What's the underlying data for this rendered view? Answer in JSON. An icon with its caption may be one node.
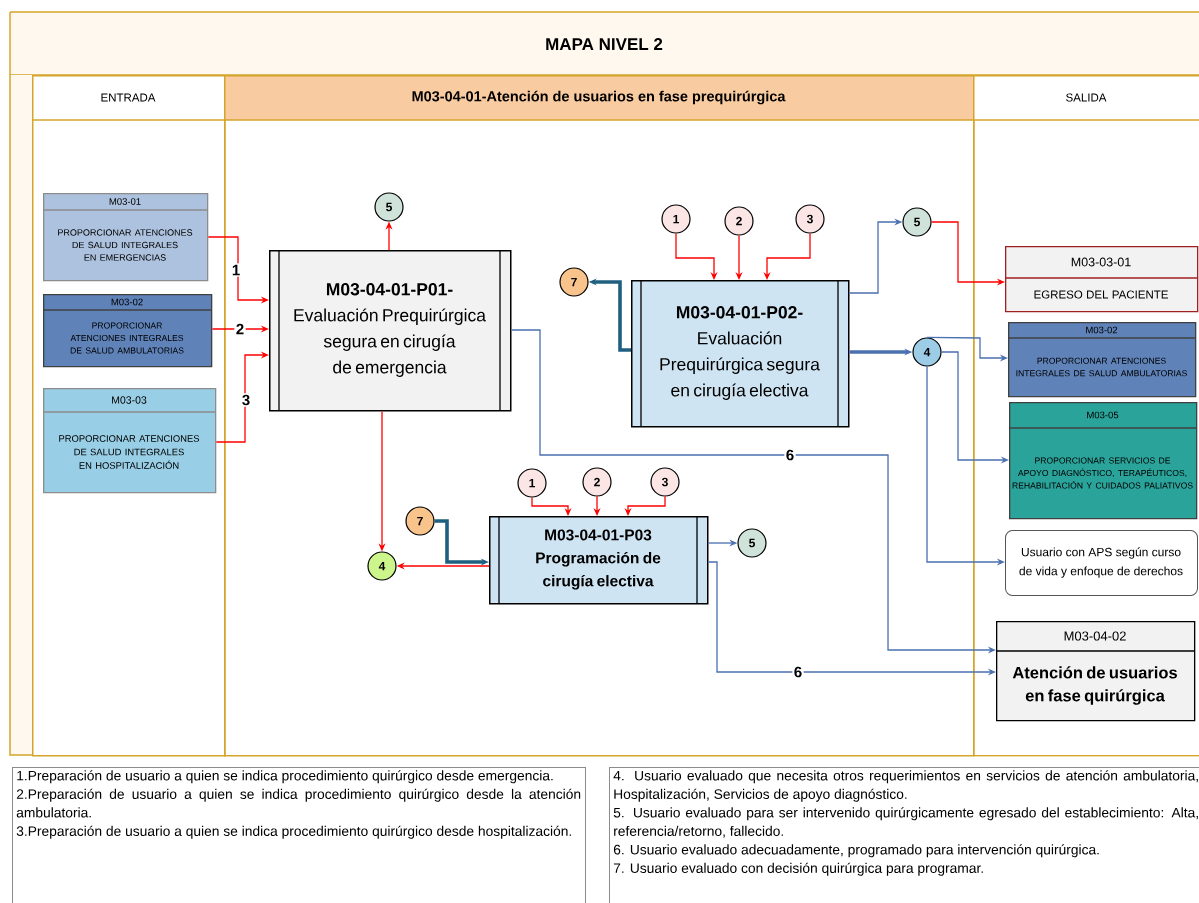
{
  "diagram": {
    "title": "MAPA NIVEL 2",
    "nodes": [
      {
        "text": [
          "ENTRADA"
        ]
      },
      {
        "text": [
          "M03-04-01-Atención de usuarios en fase prequirúrgica"
        ]
      },
      {
        "text": [
          "SALIDA"
        ]
      },
      {
        "text": [
          "M03-01",
          "PROPORCIONAR ATENCIONES DE SALUD INTEGRALES EN EMERGENCIAS"
        ],
        "in": 0
      },
      {
        "text": [
          "M03-02",
          "PROPORCIONAR ATENCIONES INTEGRALES DE SALUD AMBULATORIAS"
        ],
        "in": 0
      },
      {
        "text": [
          "M03-03",
          "PROPORCIONAR ATENCIONES DE SALUD INTEGRALES EN HOSPITALIZACIÓN"
        ],
        "in": 0
      },
      {
        "text": [
          "**M03-04-01-P01-** Evaluación Prequirúrgica segura en cirugía de emergencia"
        ],
        "in": 1
      },
      {
        "text": [
          "5"
        ],
        "in": 1
      },
      {
        "text": [
          "1"
        ],
        "in": 1
      },
      {
        "text": [
          "2"
        ],
        "in": 1
      },
      {
        "text": [
          "3"
        ],
        "in": 1
      },
      {
        "text": [
          "7"
        ],
        "in": 1
      },
      {
        "text": [
          "**M03-04-01-P02-** Evaluación Prequirúrgica segura en cirugía electiva"
        ],
        "in": 1
      },
      {
        "text": [
          "5"
        ],
        "in": 1
      },
      {
        "text": [
          "4"
        ],
        "in": 1
      },
      {
        "text": [
          "1"
        ],
        "in": 1
      },
      {
        "text": [
          "2"
        ],
        "in": 1
      },
      {
        "text": [
          "3"
        ],
        "in": 1
      },
      {
        "text": [
          "7"
        ],
        "in": 1
      },
      {
        "text": [
          "M03-04-01-P03 Programación de cirugía electiva"
        ],
        "in": 1
      },
      {
        "text": [
          "4"
        ],
        "in": 1
      },
      {
        "text": [
          "5"
        ],
        "in": 1
      },
      {
        "text": [
          "M03-03-01",
          "EGRESO DEL PACIENTE"
        ],
        "in": 2
      },
      {
        "text": [
          "M03-02",
          "PROPORCIONAR ATENCIONES INTEGRALES DE SALUD AMBULATORIAS"
        ],
        "in": 2
      },
      {
        "text": [
          "M03-05",
          "PROPORCIONAR  SERVICIOS DE APOYO DIAGNÓSTICO, TERAPÉUTICOS, REHABILITACIÓN Y CUIDADOS PALIATIVOS"
        ],
        "in": 2
      },
      {
        "text": [
          "Usuario con APS según curso de vida y enfoque de derechos"
        ],
        "in": 2
      },
      {
        "text": [
          "M03-04-02",
          "Atención de usuarios en fase quirúrgica"
        ],
        "in": 2
      },
      {
        "text": [
          "1.Preparación de usuario a quien se indica procedimiento quirúrgico desde emergencia.",
          "2.Preparación de usuario a quien se indica procedimiento quirúrgico desde la atención ambulatoria.",
          "3.Preparación de usuario a quien se indica procedimiento quirúrgico desde hospitalización."
        ]
      },
      {
        "text": [
          "4. Usuario evaluado que necesita otros requerimientos en servicios de atención ambulatoria, Hospitalización, Servicios de apoyo diagnóstico.",
          "5. Usuario evaluado para ser intervenido quirúrgicamente  egresado del establecimiento: Alta, referencia/retorno, fallecido.",
          "6. Usuario evaluado adecuadamente, programado para intervención quirúrgica.",
          "7. Usuario evaluado con decisión quirúrgica para programar."
        ]
      }
    ],
    "edges": [
      {
        "from": 3,
        "to": 6,
        "arrow": "to",
        "label": "1"
      },
      {
        "from": 4,
        "to": 6,
        "arrow": "to",
        "label": "2"
      },
      {
        "from": 5,
        "to": 6,
        "arrow": "to",
        "label": "3"
      },
      {
        "from": 6,
        "to": 7,
        "arrow": "to"
      },
      {
        "from": 6,
        "to": 20,
        "arrow": "to"
      },
      {
        "from": 6,
        "to": 26,
        "arrow": "to",
        "label": "6",
        "color": "#4a70b0"
      },
      {
        "from": 8,
        "to": 12,
        "arrow": "to"
      },
      {
        "from": 9,
        "to": 12,
        "arrow": "to"
      },
      {
        "from": 10,
        "to": 12,
        "arrow": "to"
      },
      {
        "from": 12,
        "to": 11,
        "arrow": "to",
        "style": "thick",
        "color": "#1f6080"
      },
      {
        "from": 12,
        "to": 13,
        "arrow": "to",
        "color": "#4a70b0"
      },
      {
        "from": 13,
        "to": 22,
        "arrow": "to"
      },
      {
        "from": 12,
        "to": 14,
        "arrow": "to",
        "style": "thick",
        "color": "#4a70b0"
      },
      {
        "from": 14,
        "to": 23,
        "arrow": "to",
        "color": "#4a70b0"
      },
      {
        "from": 14,
        "to": 24,
        "arrow": "to",
        "color": "#4a70b0"
      },
      {
        "from": 14,
        "to": 25,
        "arrow": "to",
        "color": "#4a70b0"
      },
      {
        "from": 15,
        "to": 19,
        "arrow": "to"
      },
      {
        "from": 16,
        "to": 19,
        "arrow": "to"
      },
      {
        "from": 17,
        "to": 19,
        "arrow": "to"
      },
      {
        "from": 18,
        "to": 19,
        "arrow": "to",
        "style": "thick",
        "color": "#1f6080"
      },
      {
        "from": 19,
        "to": 20,
        "arrow": "to"
      },
      {
        "from": 19,
        "to": 21,
        "arrow": "to",
        "color": "#4a70b0"
      },
      {
        "from": 19,
        "to": 26,
        "arrow": "to",
        "label": "6",
        "color": "#4a70b0"
      }
    ]
  }
}
